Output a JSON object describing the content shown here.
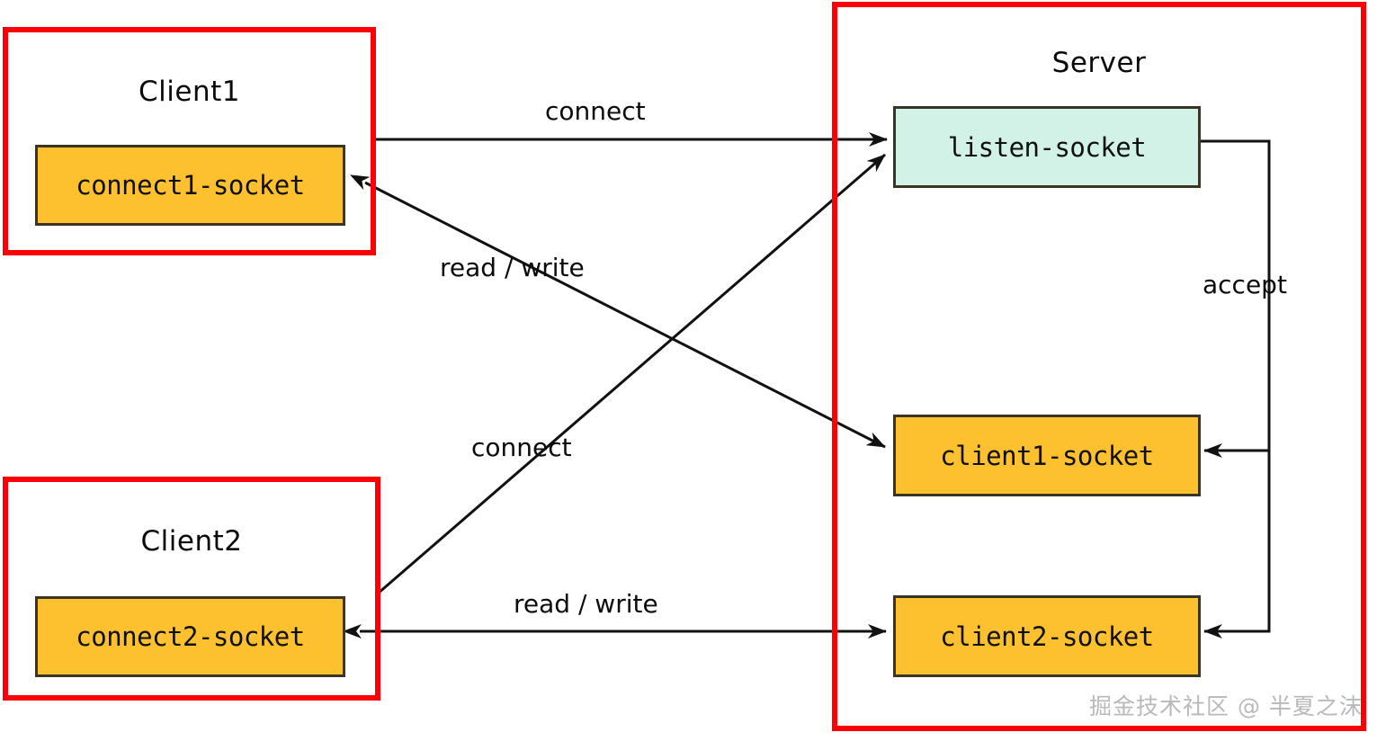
{
  "diagram": {
    "title": "Client-Server socket connection diagram",
    "colors": {
      "group_border": "#fb0007",
      "socket_fill": "#fdc02f",
      "listen_fill": "#d2f2e7",
      "node_border": "#3b3425",
      "edge_stroke": "#111111",
      "watermark": "#b9b9b9",
      "background": "#ffffff"
    },
    "groups": [
      {
        "id": "client1",
        "label": "Client1"
      },
      {
        "id": "client2",
        "label": "Client2"
      },
      {
        "id": "server",
        "label": "Server"
      }
    ],
    "nodes": [
      {
        "id": "connect1-socket",
        "label": "connect1-socket",
        "fill": "#fdc02f",
        "group": "client1"
      },
      {
        "id": "connect2-socket",
        "label": "connect2-socket",
        "fill": "#fdc02f",
        "group": "client2"
      },
      {
        "id": "listen-socket",
        "label": "listen-socket",
        "fill": "#d2f2e7",
        "group": "server"
      },
      {
        "id": "client1-socket",
        "label": "client1-socket",
        "fill": "#fdc02f",
        "group": "server"
      },
      {
        "id": "client2-socket",
        "label": "client2-socket",
        "fill": "#fdc02f",
        "group": "server"
      }
    ],
    "edges": [
      {
        "id": "edge-connect-1",
        "label": "connect",
        "from": "connect1-socket",
        "to": "listen-socket",
        "arrow": "single"
      },
      {
        "id": "edge-connect-2",
        "label": "connect",
        "from": "connect2-socket",
        "to": "listen-socket",
        "arrow": "single"
      },
      {
        "id": "edge-readwrite-1",
        "label": "read / write",
        "from": "client1-socket",
        "to": "connect1-socket",
        "arrow": "double"
      },
      {
        "id": "edge-readwrite-2",
        "label": "read / write",
        "from": "connect2-socket",
        "to": "client2-socket",
        "arrow": "double"
      },
      {
        "id": "edge-accept-1",
        "label": "accept",
        "from": "listen-socket",
        "to": "client1-socket",
        "arrow": "single"
      },
      {
        "id": "edge-accept-2",
        "label": "",
        "from": "listen-socket",
        "to": "client2-socket",
        "arrow": "single"
      }
    ],
    "labels": {
      "connect_top": "connect",
      "read_write_top": "read / write",
      "connect_bottom": "connect",
      "read_write_bottom": "read / write",
      "accept": "accept"
    },
    "watermark": "掘金技术社区 @ 半夏之沫"
  }
}
